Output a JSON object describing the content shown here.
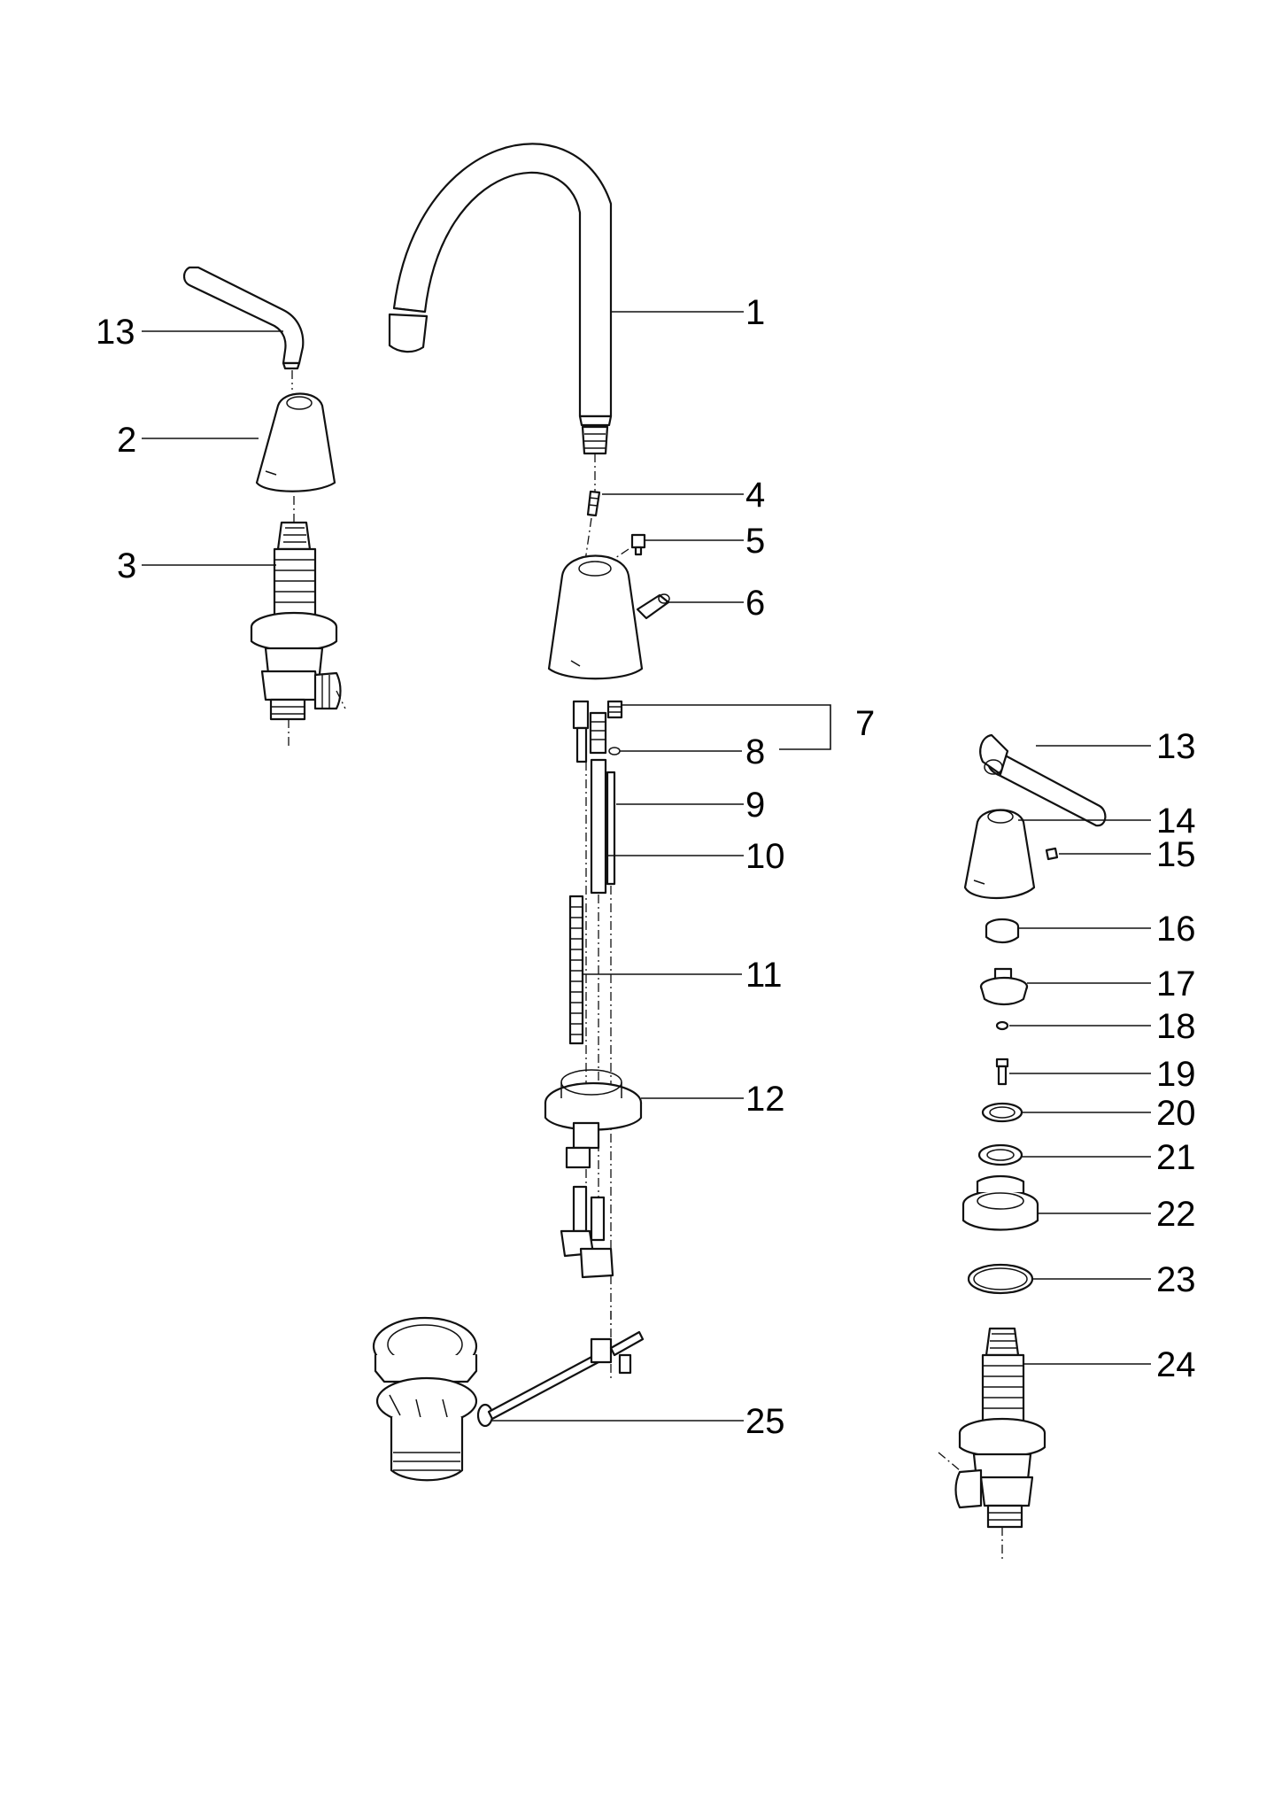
{
  "diagram": {
    "callouts": [
      {
        "id": "1",
        "label": "1"
      },
      {
        "id": "2",
        "label": "2"
      },
      {
        "id": "3",
        "label": "3"
      },
      {
        "id": "4",
        "label": "4"
      },
      {
        "id": "5",
        "label": "5"
      },
      {
        "id": "6",
        "label": "6"
      },
      {
        "id": "7",
        "label": "7"
      },
      {
        "id": "8",
        "label": "8"
      },
      {
        "id": "9",
        "label": "9"
      },
      {
        "id": "10",
        "label": "10"
      },
      {
        "id": "11",
        "label": "11"
      },
      {
        "id": "12",
        "label": "12"
      },
      {
        "id": "13a",
        "label": "13"
      },
      {
        "id": "13b",
        "label": "13"
      },
      {
        "id": "14",
        "label": "14"
      },
      {
        "id": "15",
        "label": "15"
      },
      {
        "id": "16",
        "label": "16"
      },
      {
        "id": "17",
        "label": "17"
      },
      {
        "id": "18",
        "label": "18"
      },
      {
        "id": "19",
        "label": "19"
      },
      {
        "id": "20",
        "label": "20"
      },
      {
        "id": "21",
        "label": "21"
      },
      {
        "id": "22",
        "label": "22"
      },
      {
        "id": "23",
        "label": "23"
      },
      {
        "id": "24",
        "label": "24"
      },
      {
        "id": "25",
        "label": "25"
      }
    ]
  }
}
